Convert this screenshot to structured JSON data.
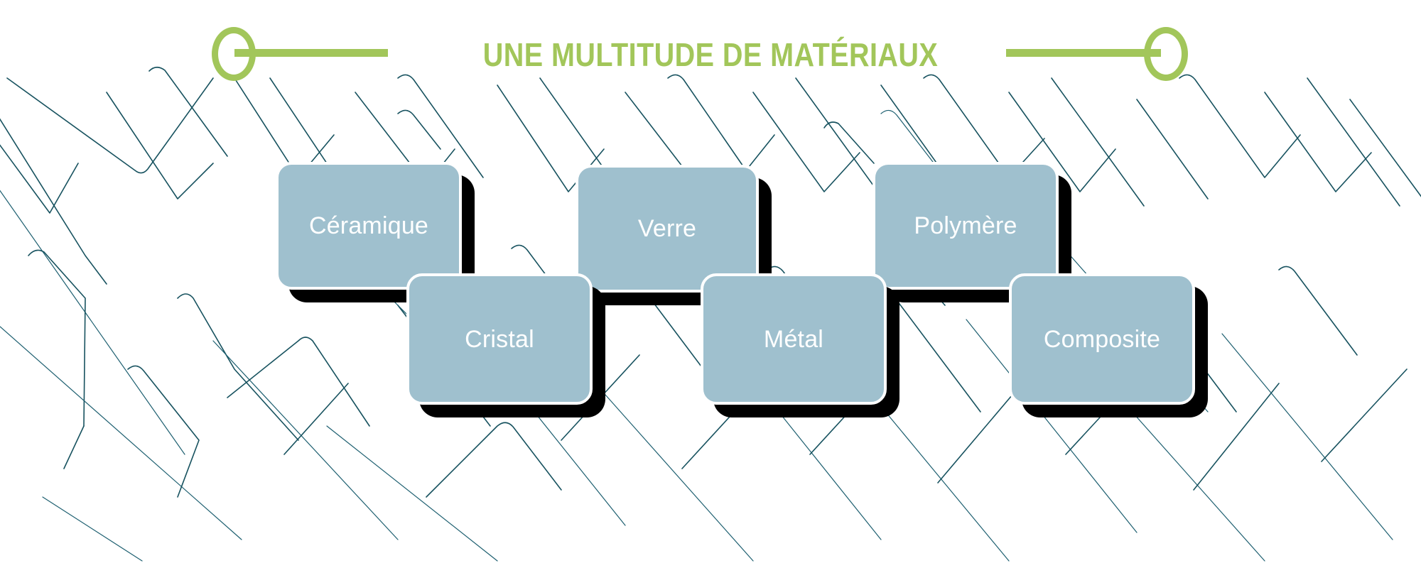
{
  "header": {
    "title": "UNE MULTITUDE DE MATÉRIAUX",
    "accent_color": "#a2c65a",
    "left_ring_icon": "circle-ring-icon",
    "right_ring_icon": "circle-ring-icon"
  },
  "theme": {
    "background_color": "#ffffff",
    "pattern_line_color": "#17525f",
    "card_fill_color": "#9fc0ce",
    "card_border_color": "#ffffff",
    "card_shadow_color": "#000000",
    "card_text_color": "#ffffff",
    "accent_green": "#a2c65a"
  },
  "cards": [
    {
      "id": "ceramique",
      "label": "Céramique",
      "row": "top"
    },
    {
      "id": "cristal",
      "label": "Cristal",
      "row": "bottom"
    },
    {
      "id": "verre",
      "label": "Verre",
      "row": "top"
    },
    {
      "id": "metal",
      "label": "Métal",
      "row": "bottom"
    },
    {
      "id": "polymere",
      "label": "Polymère",
      "row": "top"
    },
    {
      "id": "composite",
      "label": "Composite",
      "row": "bottom"
    }
  ]
}
